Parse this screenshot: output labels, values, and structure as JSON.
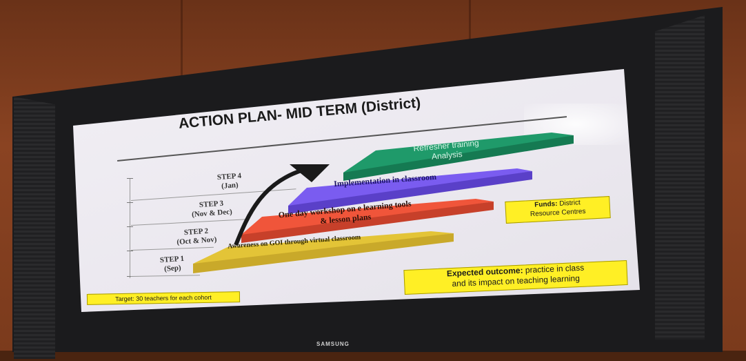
{
  "slide": {
    "title": "ACTION PLAN- MID TERM (District)",
    "steps": [
      {
        "name": "STEP 4",
        "period": "(Jan)"
      },
      {
        "name": "STEP 3",
        "period": "(Nov & Dec)"
      },
      {
        "name": "STEP 2",
        "period": "(Oct & Nov)"
      },
      {
        "name": "STEP 1",
        "period": "(Sep)"
      }
    ],
    "layers": [
      {
        "line1": "Refresher training",
        "line2": "Analysis",
        "color": "#1f9a6a"
      },
      {
        "line1": "Implementation in classroom",
        "line2": "",
        "color": "#7a5cf0"
      },
      {
        "line1": "One day workshop on e learning tools",
        "line2": "& lesson plans",
        "color": "#f0553a"
      },
      {
        "line1": "Awareness on GOI through virtual classroom",
        "line2": "",
        "color": "#e3c437"
      }
    ],
    "funds": {
      "label": "Funds:",
      "text1": "District",
      "text2": "Resource Centres"
    },
    "outcome": {
      "label": "Expected outcome:",
      "text1": "practice in class",
      "text2": "and its impact on teaching learning"
    },
    "target": "Target: 30 teachers for each cohort"
  },
  "tv": {
    "brand": "SAMSUNG"
  }
}
